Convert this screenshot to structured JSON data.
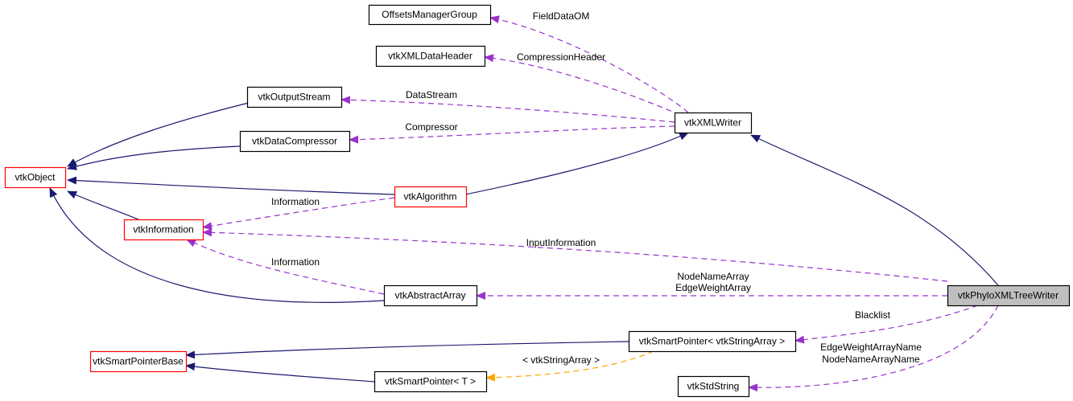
{
  "diagram": {
    "type": "collaboration-graph",
    "colors": {
      "inheritance": "#191970",
      "usage": "#9a32cd",
      "template": "#ffa500",
      "node_border": "#000000",
      "node_border_incomplete": "#ff0000",
      "focus_fill": "#bfbfbf",
      "node_fill": "#ffffff"
    },
    "nodes": [
      {
        "id": "OffsetsManagerGroup",
        "label": "OffsetsManagerGroup",
        "style": "normal"
      },
      {
        "id": "vtkXMLDataHeader",
        "label": "vtkXMLDataHeader",
        "style": "normal"
      },
      {
        "id": "vtkOutputStream",
        "label": "vtkOutputStream",
        "style": "normal"
      },
      {
        "id": "vtkDataCompressor",
        "label": "vtkDataCompressor",
        "style": "normal"
      },
      {
        "id": "vtkXMLWriter",
        "label": "vtkXMLWriter",
        "style": "normal"
      },
      {
        "id": "vtkObject",
        "label": "vtkObject",
        "style": "incomplete"
      },
      {
        "id": "vtkAlgorithm",
        "label": "vtkAlgorithm",
        "style": "incomplete"
      },
      {
        "id": "vtkInformation",
        "label": "vtkInformation",
        "style": "incomplete"
      },
      {
        "id": "vtkAbstractArray",
        "label": "vtkAbstractArray",
        "style": "normal"
      },
      {
        "id": "vtkPhyloXMLTreeWriter",
        "label": "vtkPhyloXMLTreeWriter",
        "style": "focus"
      },
      {
        "id": "vtkSmartPointerStringArray",
        "label": "vtkSmartPointer< vtkStringArray >",
        "style": "normal"
      },
      {
        "id": "vtkSmartPointerBase",
        "label": "vtkSmartPointerBase",
        "style": "incomplete"
      },
      {
        "id": "vtkSmartPointerT",
        "label": "vtkSmartPointer< T >",
        "style": "normal"
      },
      {
        "id": "vtkStdString",
        "label": "vtkStdString",
        "style": "normal"
      }
    ],
    "edges": [
      {
        "from": "vtkXMLWriter",
        "to": "OffsetsManagerGroup",
        "kind": "usage",
        "label": "FieldDataOM"
      },
      {
        "from": "vtkXMLWriter",
        "to": "vtkXMLDataHeader",
        "kind": "usage",
        "label": "CompressionHeader"
      },
      {
        "from": "vtkXMLWriter",
        "to": "vtkOutputStream",
        "kind": "usage",
        "label": "DataStream"
      },
      {
        "from": "vtkXMLWriter",
        "to": "vtkDataCompressor",
        "kind": "usage",
        "label": "Compressor"
      },
      {
        "from": "vtkOutputStream",
        "to": "vtkObject",
        "kind": "inheritance",
        "label": ""
      },
      {
        "from": "vtkDataCompressor",
        "to": "vtkObject",
        "kind": "inheritance",
        "label": ""
      },
      {
        "from": "vtkAlgorithm",
        "to": "vtkObject",
        "kind": "inheritance",
        "label": ""
      },
      {
        "from": "vtkInformation",
        "to": "vtkObject",
        "kind": "inheritance",
        "label": ""
      },
      {
        "from": "vtkAbstractArray",
        "to": "vtkObject",
        "kind": "inheritance",
        "label": ""
      },
      {
        "from": "vtkAlgorithm",
        "to": "vtkXMLWriter",
        "kind": "inheritance",
        "label": ""
      },
      {
        "from": "vtkPhyloXMLTreeWriter",
        "to": "vtkXMLWriter",
        "kind": "inheritance",
        "label": ""
      },
      {
        "from": "vtkAlgorithm",
        "to": "vtkInformation",
        "kind": "usage",
        "label": "Information"
      },
      {
        "from": "vtkPhyloXMLTreeWriter",
        "to": "vtkInformation",
        "kind": "usage",
        "label": "InputInformation"
      },
      {
        "from": "vtkAbstractArray",
        "to": "vtkInformation",
        "kind": "usage",
        "label": "Information"
      },
      {
        "from": "vtkPhyloXMLTreeWriter",
        "to": "vtkAbstractArray",
        "kind": "usage",
        "label": "NodeNameArray\nEdgeWeightArray"
      },
      {
        "from": "vtkPhyloXMLTreeWriter",
        "to": "vtkSmartPointerStringArray",
        "kind": "usage",
        "label": "Blacklist"
      },
      {
        "from": "vtkPhyloXMLTreeWriter",
        "to": "vtkStdString",
        "kind": "usage",
        "label": "EdgeWeightArrayName\nNodeNameArrayName"
      },
      {
        "from": "vtkSmartPointerStringArray",
        "to": "vtkSmartPointerBase",
        "kind": "inheritance",
        "label": ""
      },
      {
        "from": "vtkSmartPointerT",
        "to": "vtkSmartPointerBase",
        "kind": "inheritance",
        "label": ""
      },
      {
        "from": "vtkSmartPointerStringArray",
        "to": "vtkSmartPointerT",
        "kind": "template",
        "label": "< vtkStringArray >"
      }
    ]
  }
}
